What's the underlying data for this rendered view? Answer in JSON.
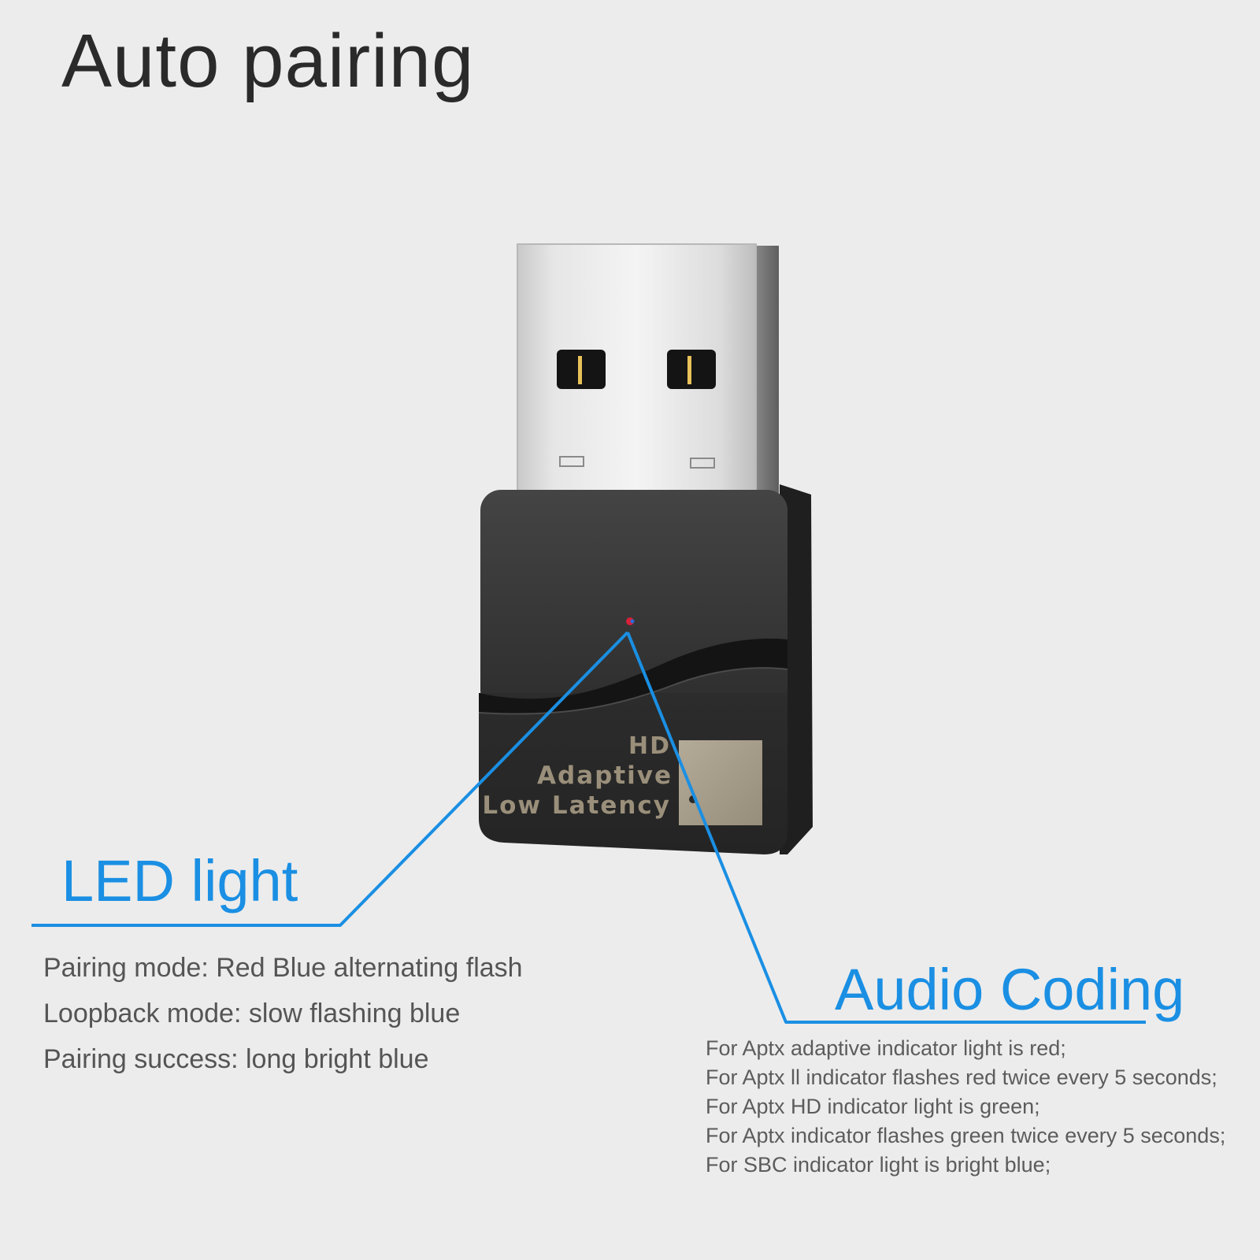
{
  "title": "Auto pairing",
  "dongle": {
    "label_lines": [
      "HD",
      "Adaptive",
      "Low Latency"
    ]
  },
  "led": {
    "heading": "LED light",
    "lines": [
      "Pairing mode: Red Blue alternating flash",
      "Loopback mode: slow flashing blue",
      "Pairing success: long bright blue"
    ]
  },
  "audio": {
    "heading": "Audio Coding",
    "lines": [
      "For Aptx adaptive indicator light is red;",
      "For Aptx ll indicator flashes red twice every 5 seconds;",
      "For Aptx HD indicator light is green;",
      "For Aptx indicator flashes green twice every 5 seconds;",
      "For SBC indicator light is bright blue;"
    ]
  },
  "colors": {
    "accent": "#1a8fe3",
    "title_text": "#2a2a2a",
    "body_text": "#555555",
    "background": "#ececec",
    "dongle_body": "#3a3a3a",
    "led_dot": "#d8203a"
  }
}
